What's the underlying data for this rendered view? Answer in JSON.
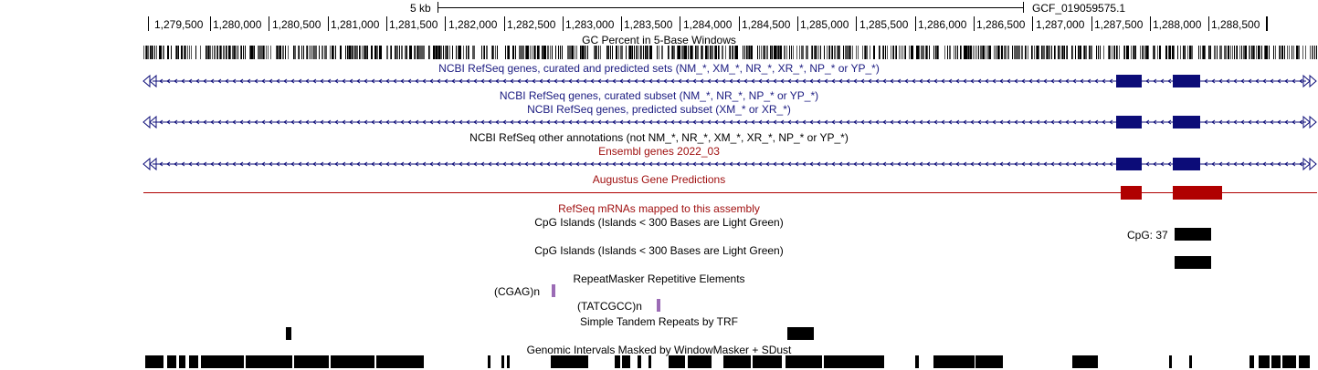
{
  "scale": {
    "label": "5 kb",
    "assembly": "GCF_019059575.1"
  },
  "ruler": {
    "ticks": [
      "1,279,500",
      "1,280,000",
      "1,280,500",
      "1,281,000",
      "1,281,500",
      "1,282,000",
      "1,282,500",
      "1,283,000",
      "1,283,500",
      "1,284,000",
      "1,284,500",
      "1,285,000",
      "1,285,500",
      "1,286,000",
      "1,286,500",
      "1,287,000",
      "1,287,500",
      "1,288,000",
      "1,288,500"
    ]
  },
  "tracks": {
    "gc": "GC Percent in 5-Base Windows",
    "refseq_all": "NCBI RefSeq genes, curated and predicted sets (NM_*, XM_*, NR_*, XR_*, NP_* or YP_*)",
    "refseq_curated": "NCBI RefSeq genes, curated subset (NM_*, NR_*, NP_* or YP_*)",
    "refseq_predicted": "NCBI RefSeq genes, predicted subset (XM_* or XR_*)",
    "refseq_other": "NCBI RefSeq other annotations (not NM_*, NR_*, XM_*, XR_*, NP_* or YP_*)",
    "ensembl": "Ensembl genes 2022_03",
    "augustus": "Augustus Gene Predictions",
    "refseq_mrna": "RefSeq mRNAs mapped to this assembly",
    "cpg1": "CpG Islands (Islands < 300 Bases are Light Green)",
    "cpg_item": "CpG: 37",
    "cpg2": "CpG Islands (Islands < 300 Bases are Light Green)",
    "repeatmasker": "RepeatMasker Repetitive Elements",
    "repeat1": "(CGAG)n",
    "repeat2": "(TATCGCC)n",
    "trf": "Simple Tandem Repeats by TRF",
    "windowmasker": "Genomic Intervals Masked by WindowMasker + SDust"
  },
  "colors": {
    "refseq": "#0c0c78",
    "ensembl": "#b00000",
    "repeat": "#9b6bb5",
    "label_refseq": "#1a1a80",
    "label_ensembl": "#a01010"
  }
}
